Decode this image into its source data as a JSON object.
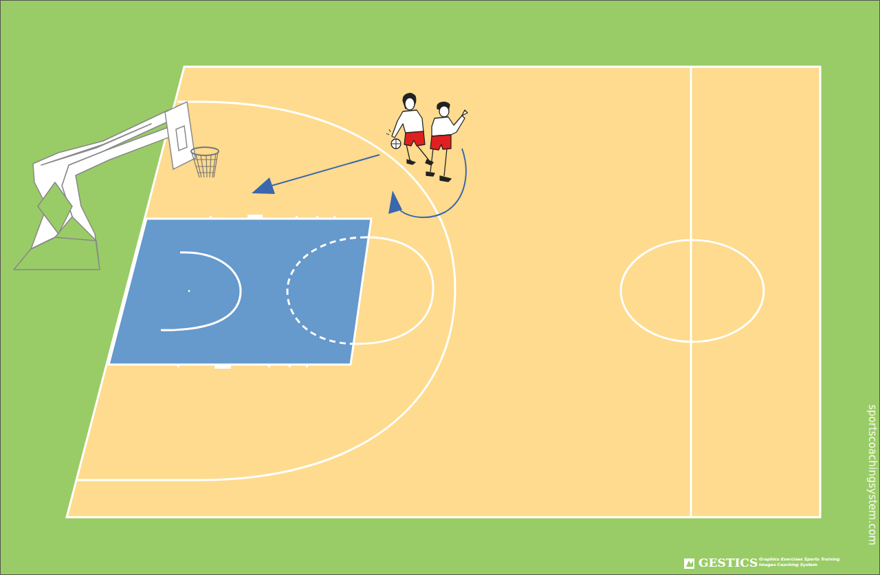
{
  "diagram": {
    "labels": [
      "sportscoachingsystem.com",
      "GESTICS",
      "Graphics Exercises Sports Training",
      "Images Coaching System"
    ]
  }
}
